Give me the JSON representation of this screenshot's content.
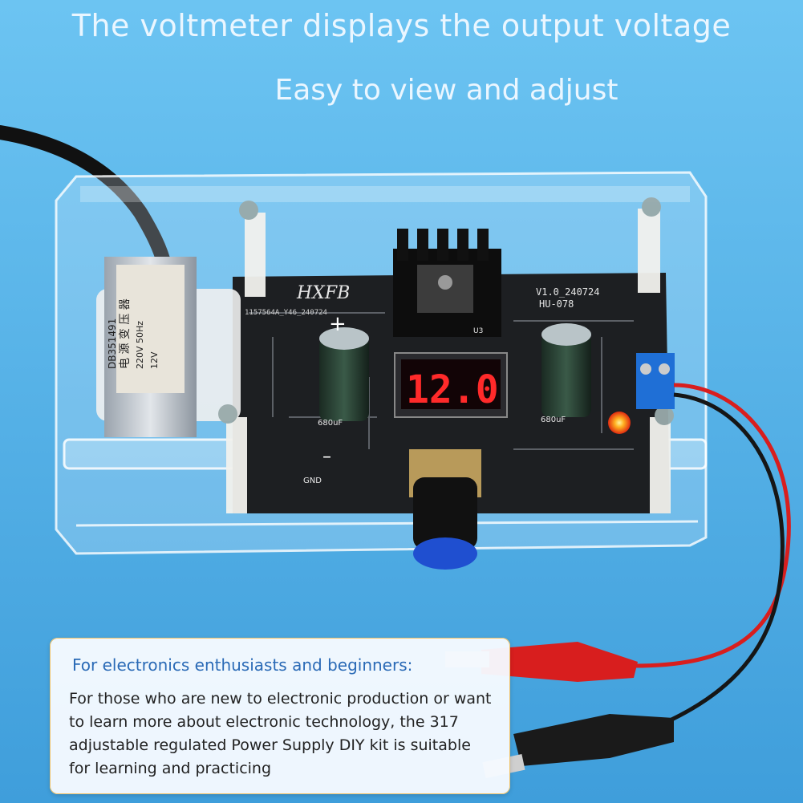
{
  "headline": {
    "line1": "The voltmeter displays the output voltage",
    "line2": "Easy to view and adjust"
  },
  "board": {
    "brand": "HXFB",
    "version": "V1.0_240724",
    "model": "HU-078",
    "serial": "1157564A_Y46_240724",
    "display_reading": "12.0",
    "cap_left": "680uF",
    "cap_right": "680uF",
    "gnd_label": "GND",
    "plus_label": "+",
    "minus_label": "–",
    "u3_label": "U3"
  },
  "transformer": {
    "line1": "电 源 变 压 器",
    "line2": "220V 50Hz",
    "line3": "12V",
    "line4": "DB351491"
  },
  "info_card": {
    "title": "For electronics enthusiasts and beginners:",
    "body": "For those who are new to electronic production or want to learn more about electronic technology, the 317 adjustable regulated Power Supply DIY kit is suitable for learning and practicing"
  },
  "colors": {
    "background": "#57b8ec",
    "pcb": "#1d1f22",
    "led_digits": "#ff2a2a",
    "probe_red": "#d81e1e",
    "probe_black": "#1a1a1a",
    "knob_blue": "#1f4fd0",
    "terminal_blue": "#1f6fd6"
  }
}
